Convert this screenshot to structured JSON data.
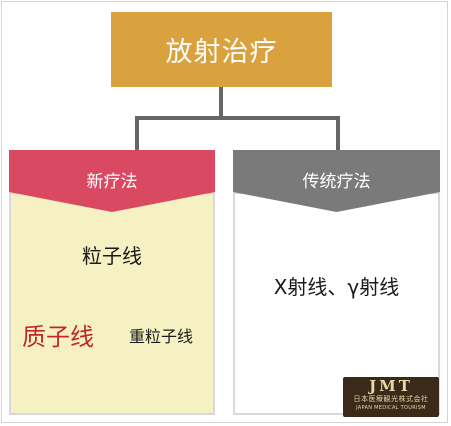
{
  "colors": {
    "root_fill": "#d9a23e",
    "new_banner": "#d94a62",
    "traditional_banner": "#7a7a7a",
    "left_panel": "#f5f1c2",
    "connector": "#666666",
    "highlight_text": "#c0282d"
  },
  "root": {
    "label": "放射治疗"
  },
  "branches": {
    "new": {
      "label": "新疗法",
      "parent": "粒子线",
      "children": [
        "质子线",
        "重粒子线"
      ]
    },
    "traditional": {
      "label": "传统疗法",
      "content": "X射线、γ射线"
    }
  },
  "logo": {
    "mark": "JMT",
    "japanese": "日本医療観光株式会社",
    "english": "JAPAN MEDICAL TOURISM"
  }
}
